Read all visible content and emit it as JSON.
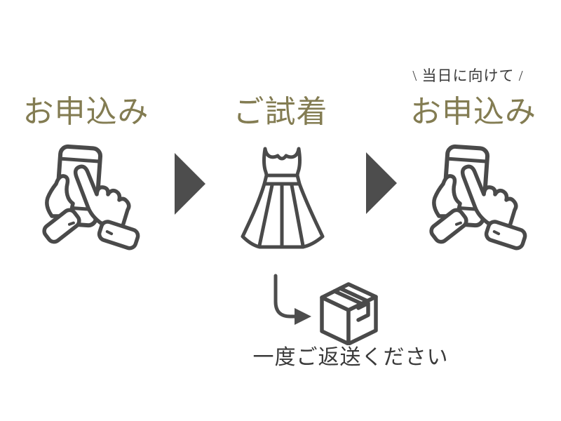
{
  "flow": {
    "steps": [
      {
        "label": "お申込み",
        "icon": "phone-tap-icon"
      },
      {
        "label": "ご試着",
        "icon": "dress-icon"
      },
      {
        "label": "お申込み",
        "annotation": "\\ 当日に向けて /",
        "icon": "phone-tap-icon"
      }
    ],
    "connector_icon": "triangle-arrow-icon"
  },
  "return_step": {
    "text": "一度ご返送ください",
    "arrow_icon": "curved-arrow-icon",
    "box_icon": "package-box-icon"
  },
  "colors": {
    "accent_olive": "#837C52",
    "text_dark": "#3A3A3A",
    "icon_stroke": "#4A4A4A",
    "arrow_fill": "#4D4D4D",
    "background": "#FFFFFF"
  }
}
